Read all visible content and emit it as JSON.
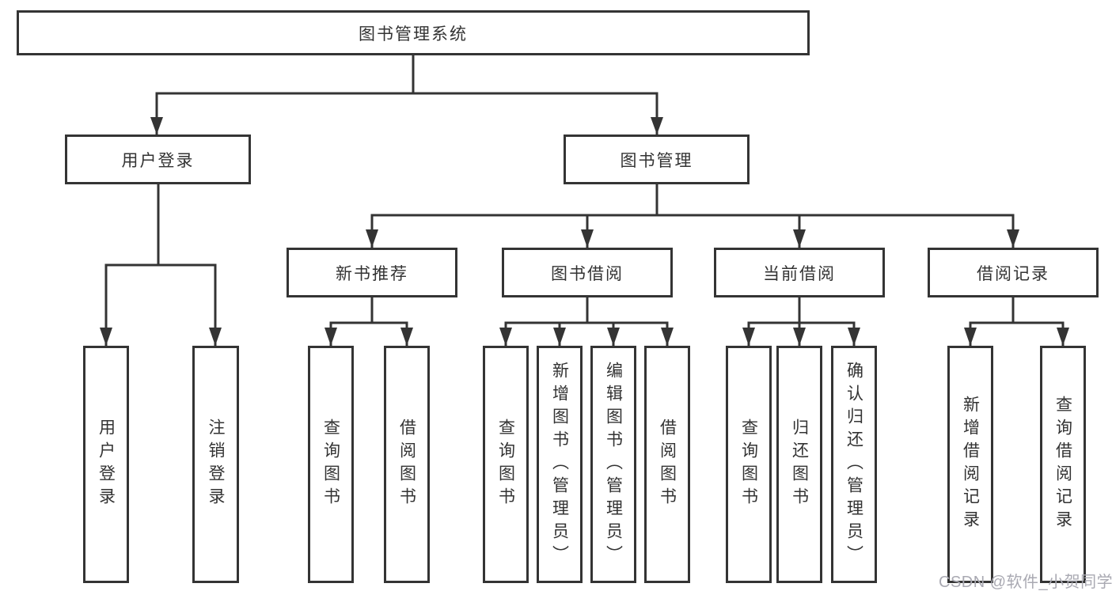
{
  "diagram": {
    "root": {
      "label": "图书管理系统"
    },
    "branches": [
      {
        "label": "用户登录",
        "children": [
          {
            "label": "用户登录"
          },
          {
            "label": "注销登录"
          }
        ]
      },
      {
        "label": "图书管理",
        "children": [
          {
            "label": "新书推荐",
            "children": [
              {
                "label": "查询图书"
              },
              {
                "label": "借阅图书"
              }
            ]
          },
          {
            "label": "图书借阅",
            "children": [
              {
                "label": "查询图书"
              },
              {
                "label": "新增图书（管理员）"
              },
              {
                "label": "编辑图书（管理员）"
              },
              {
                "label": "借阅图书"
              }
            ]
          },
          {
            "label": "当前借阅",
            "children": [
              {
                "label": "查询图书"
              },
              {
                "label": "归还图书"
              },
              {
                "label": "确认归还（管理员）"
              }
            ]
          },
          {
            "label": "借阅记录",
            "children": [
              {
                "label": "新增借阅记录"
              },
              {
                "label": "查询借阅记录"
              }
            ]
          }
        ]
      }
    ],
    "watermark": "CSDN @软件_小贺同学",
    "colors": {
      "line": "#343434",
      "text": "#333333",
      "watermark": "#a9a9b2",
      "background": "#ffffff"
    }
  }
}
